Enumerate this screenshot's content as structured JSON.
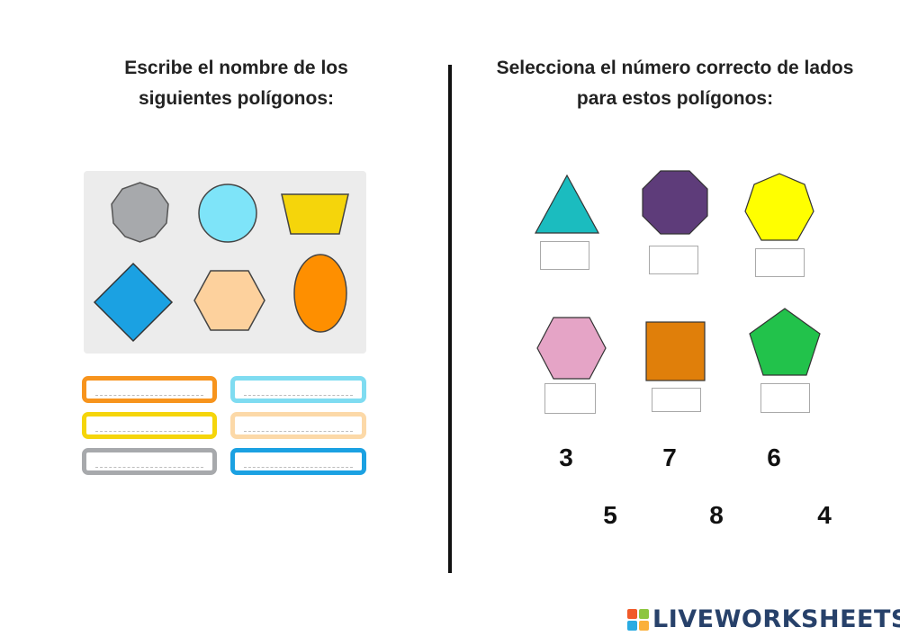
{
  "left_section": {
    "heading": "Escribe el nombre de los siguientes polígonos:",
    "shapes": [
      "nonagon",
      "circle",
      "trapezoid",
      "rhombus",
      "hexagon",
      "ellipse"
    ],
    "answer_fields": [
      {
        "color": "#f7941d"
      },
      {
        "color": "#7fdcf1"
      },
      {
        "color": "#f5d50b"
      },
      {
        "color": "#fcd9a8"
      },
      {
        "color": "#a7a9ac"
      },
      {
        "color": "#1ba1e2"
      }
    ]
  },
  "right_section": {
    "heading": "Selecciona el número correcto de lados para estos polígonos:",
    "shapes": [
      "triangle",
      "octagon",
      "heptagon",
      "hexagon",
      "square",
      "pentagon"
    ],
    "number_options": [
      "3",
      "7",
      "6",
      "5",
      "8",
      "4"
    ]
  },
  "brand": {
    "name": "LIVEWORKSHEETS"
  }
}
